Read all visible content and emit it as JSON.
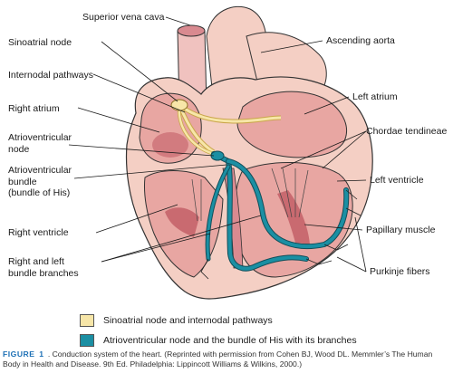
{
  "labels": {
    "superior_vena_cava": "Superior vena cava",
    "sinoatrial_node": "Sinoatrial node",
    "internodal_pathways": "Internodal pathways",
    "right_atrium": "Right atrium",
    "atrioventricular_node": [
      "Atrioventricular",
      "node"
    ],
    "av_bundle": [
      "Atrioventricular",
      "bundle",
      "(bundle of His)"
    ],
    "right_ventricle": "Right ventricle",
    "bundle_branches": [
      "Right and left",
      "bundle branches"
    ],
    "ascending_aorta": "Ascending aorta",
    "left_atrium": "Left atrium",
    "chordae_tendineae": "Chordae tendineae",
    "left_ventricle": "Left ventricle",
    "papillary_muscle": "Papillary muscle",
    "purkinje_fibers": "Purkinje fibers"
  },
  "legend": [
    {
      "text": "Sinoatrial node and internodal pathways",
      "color": "#f7e6a8"
    },
    {
      "text": "Atrioventricular node and the bundle of His with its branches",
      "color": "#1b8fa3"
    }
  ],
  "caption": {
    "prefix": "FIGURE",
    "number": "1",
    "text": ". Conduction system of the heart. (Reprinted with permission from Cohen BJ, Wood DL. Memmler’s The Human Body in Health and Disease. 9th Ed. Philadelphia: Lippincott Williams & Wilkins, 2000.)"
  },
  "colors": {
    "heart_wall": "#f4cfc4",
    "chamber": "#e8a6a2",
    "muscle_dark": "#c96a70",
    "conduction_sa": "#f7e6a8",
    "conduction_av": "#1b8fa3",
    "outline": "#333333"
  }
}
